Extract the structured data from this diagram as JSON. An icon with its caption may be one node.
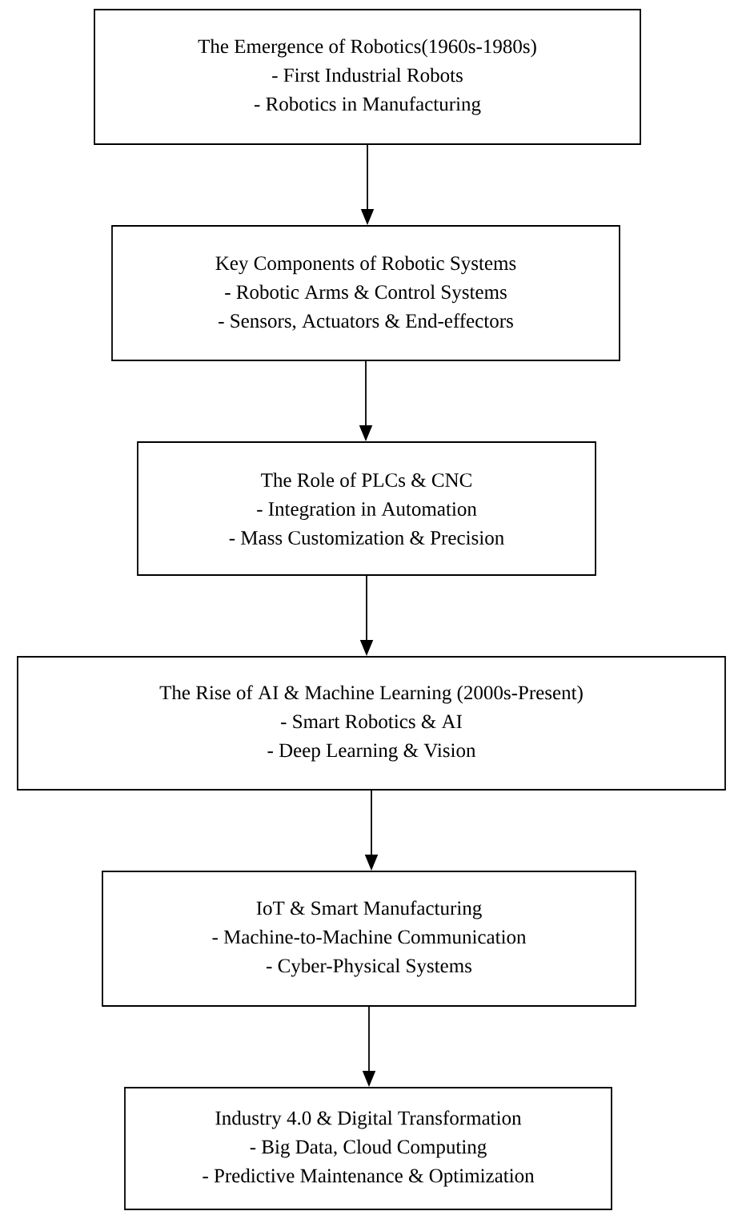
{
  "diagram": {
    "nodes": [
      {
        "text": [
          "The Emergence of Robotics(1960s-1980s)",
          "- First Industrial Robots",
          "- Robotics in Manufacturing"
        ]
      },
      {
        "text": [
          "Key Components of Robotic Systems",
          "- Robotic Arms & Control Systems",
          "- Sensors, Actuators & End-effectors"
        ]
      },
      {
        "text": [
          "The Role of PLCs & CNC",
          "- Integration in Automation",
          "- Mass Customization & Precision"
        ]
      },
      {
        "text": [
          "The Rise of AI & Machine Learning (2000s-Present)",
          "- Smart Robotics & AI",
          "- Deep Learning & Vision"
        ]
      },
      {
        "text": [
          "IoT & Smart Manufacturing",
          "- Machine-to-Machine Communication",
          "- Cyber-Physical Systems"
        ]
      },
      {
        "text": [
          "Industry 4.0 & Digital Transformation",
          "- Big Data, Cloud Computing",
          "- Predictive Maintenance & Optimization"
        ]
      }
    ],
    "edges": [
      {
        "from": 0,
        "to": 1,
        "arrow": "to"
      },
      {
        "from": 1,
        "to": 2,
        "arrow": "to"
      },
      {
        "from": 2,
        "to": 3,
        "arrow": "to"
      },
      {
        "from": 3,
        "to": 4,
        "arrow": "to"
      },
      {
        "from": 4,
        "to": 5,
        "arrow": "to"
      }
    ]
  }
}
